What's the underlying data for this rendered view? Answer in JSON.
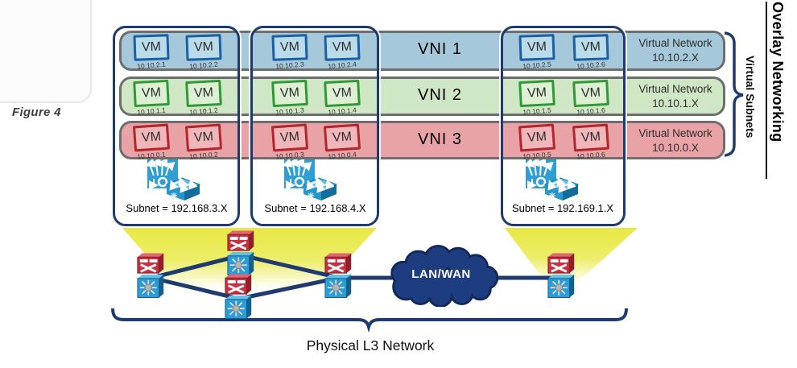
{
  "figure_label": "Figure 4",
  "vm_label": "VM",
  "cloud_label": "LAN/WAN",
  "rows": [
    {
      "vni_label": "VNI 1",
      "virtual_network_title": "Virtual Network",
      "virtual_network_subnet": "10.10.2.X"
    },
    {
      "vni_label": "VNI 2",
      "virtual_network_title": "Virtual Network",
      "virtual_network_subnet": "10.10.1.X"
    },
    {
      "vni_label": "VNI 3",
      "virtual_network_title": "Virtual Network",
      "virtual_network_subnet": "10.10.0.X"
    }
  ],
  "pods": [
    {
      "subnet_label": "Subnet = 192.168.3.X",
      "vm_ips": [
        [
          "10.10.2.1",
          "10.10.2.2"
        ],
        [
          "10.10.1.1",
          "10.10.1.2"
        ],
        [
          "10.10.0.1",
          "10.10.0.2"
        ]
      ]
    },
    {
      "subnet_label": "Subnet = 192.168.4.X",
      "vm_ips": [
        [
          "10.10.2.3",
          "10.10.2.4"
        ],
        [
          "10.10.1.3",
          "10.10.1.4"
        ],
        [
          "10.10.0.3",
          "10.10.0.4"
        ]
      ]
    },
    {
      "subnet_label": "Subnet = 192.169.1.X",
      "vm_ips": [
        [
          "10.10.2.5",
          "10.10.2.6"
        ],
        [
          "10.10.1.5",
          "10.10.1.6"
        ],
        [
          "10.10.0.5",
          "10.10.0.6"
        ]
      ]
    }
  ],
  "annotations": {
    "overlay_networking": "Overlay Networking",
    "virtual_subnets": "Virtual Subnets",
    "physical_l3_network": "Physical L3 Network"
  },
  "colors": {
    "vni1_fill": "#a5c8da",
    "vni1_vm_border": "#1d5fa5",
    "vni2_fill": "#cfe7c4",
    "vni2_vm_border": "#2f9a35",
    "vni3_fill": "#e9a3a7",
    "vni3_vm_border": "#b3262c",
    "column_border": "#1e3a6e",
    "row_border": "#6e6e6e",
    "cloud_fill": "#1e3c80",
    "highlight_yellow": "#e7e73a",
    "link_line": "#1e3a6e"
  }
}
